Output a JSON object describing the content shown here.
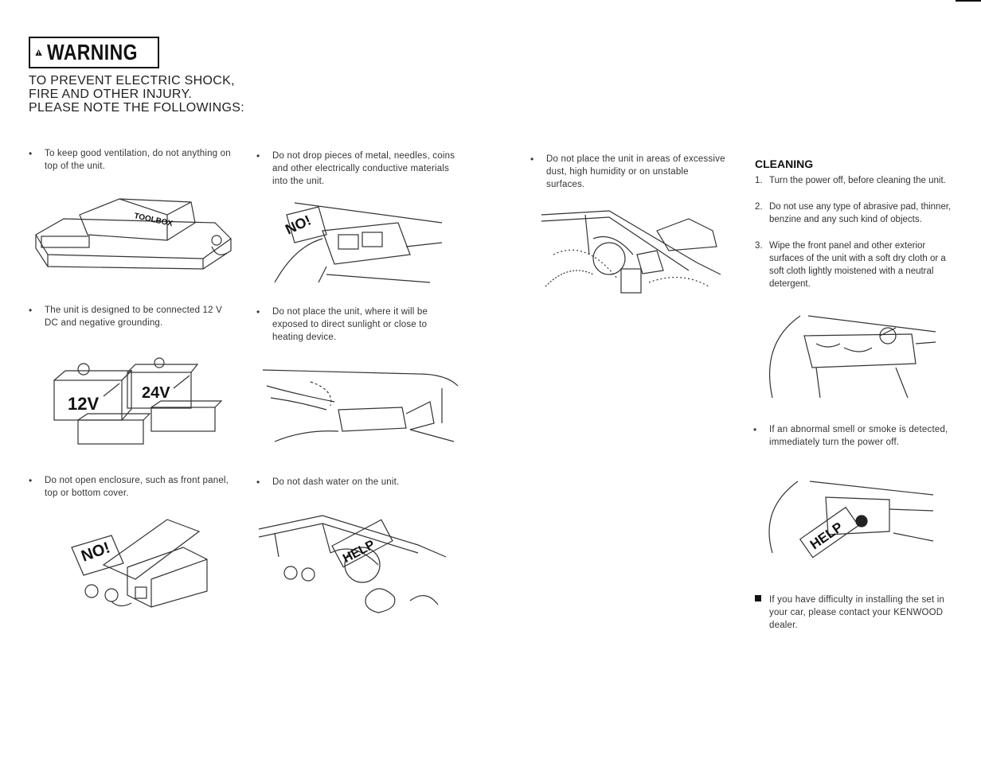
{
  "warning": {
    "label": "WARNING",
    "heading_lines": [
      "TO PREVENT ELECTRIC SHOCK,",
      "FIRE AND OTHER INJURY.",
      "PLEASE NOTE THE FOLLOWINGS:"
    ]
  },
  "column1": {
    "items": [
      "To keep good ventilation, do not anything on top of the unit.",
      "The unit is designed to be connected 12 V DC and negative grounding.",
      "Do not open enclosure, such as front panel, top or bottom cover."
    ]
  },
  "column2": {
    "items": [
      "Do not drop pieces of metal, needles, coins and other electrically conductive materials into the unit.",
      "Do not place the unit, where it will be exposed to direct sunlight or close to heating device.",
      "Do not dash water on the unit."
    ]
  },
  "column3": {
    "items": [
      "Do not place the unit in areas of excessive dust, high humidity or on unstable surfaces."
    ]
  },
  "cleaning": {
    "title": "CLEANING",
    "steps": [
      {
        "num": "1.",
        "text": "Turn the power off, before cleaning the unit."
      },
      {
        "num": "2.",
        "text": "Do not use any type of abrasive pad, thinner, benzine and any such kind of objects."
      },
      {
        "num": "3.",
        "text": "Wipe the front panel and other exterior surfaces of the unit with a soft dry cloth or a soft cloth lightly moistened with a neutral detergent."
      }
    ],
    "smell_note": "If an abnormal smell or smoke is detected, immediately turn the power off.",
    "dealer_note": "If you have difficulty in installing the set in your car, please contact your KENWOOD dealer."
  },
  "illustration_labels": {
    "toolbox": "TOOLBOX",
    "v12": "12V",
    "v24": "24V",
    "no": "NO!",
    "help": "HELP"
  }
}
